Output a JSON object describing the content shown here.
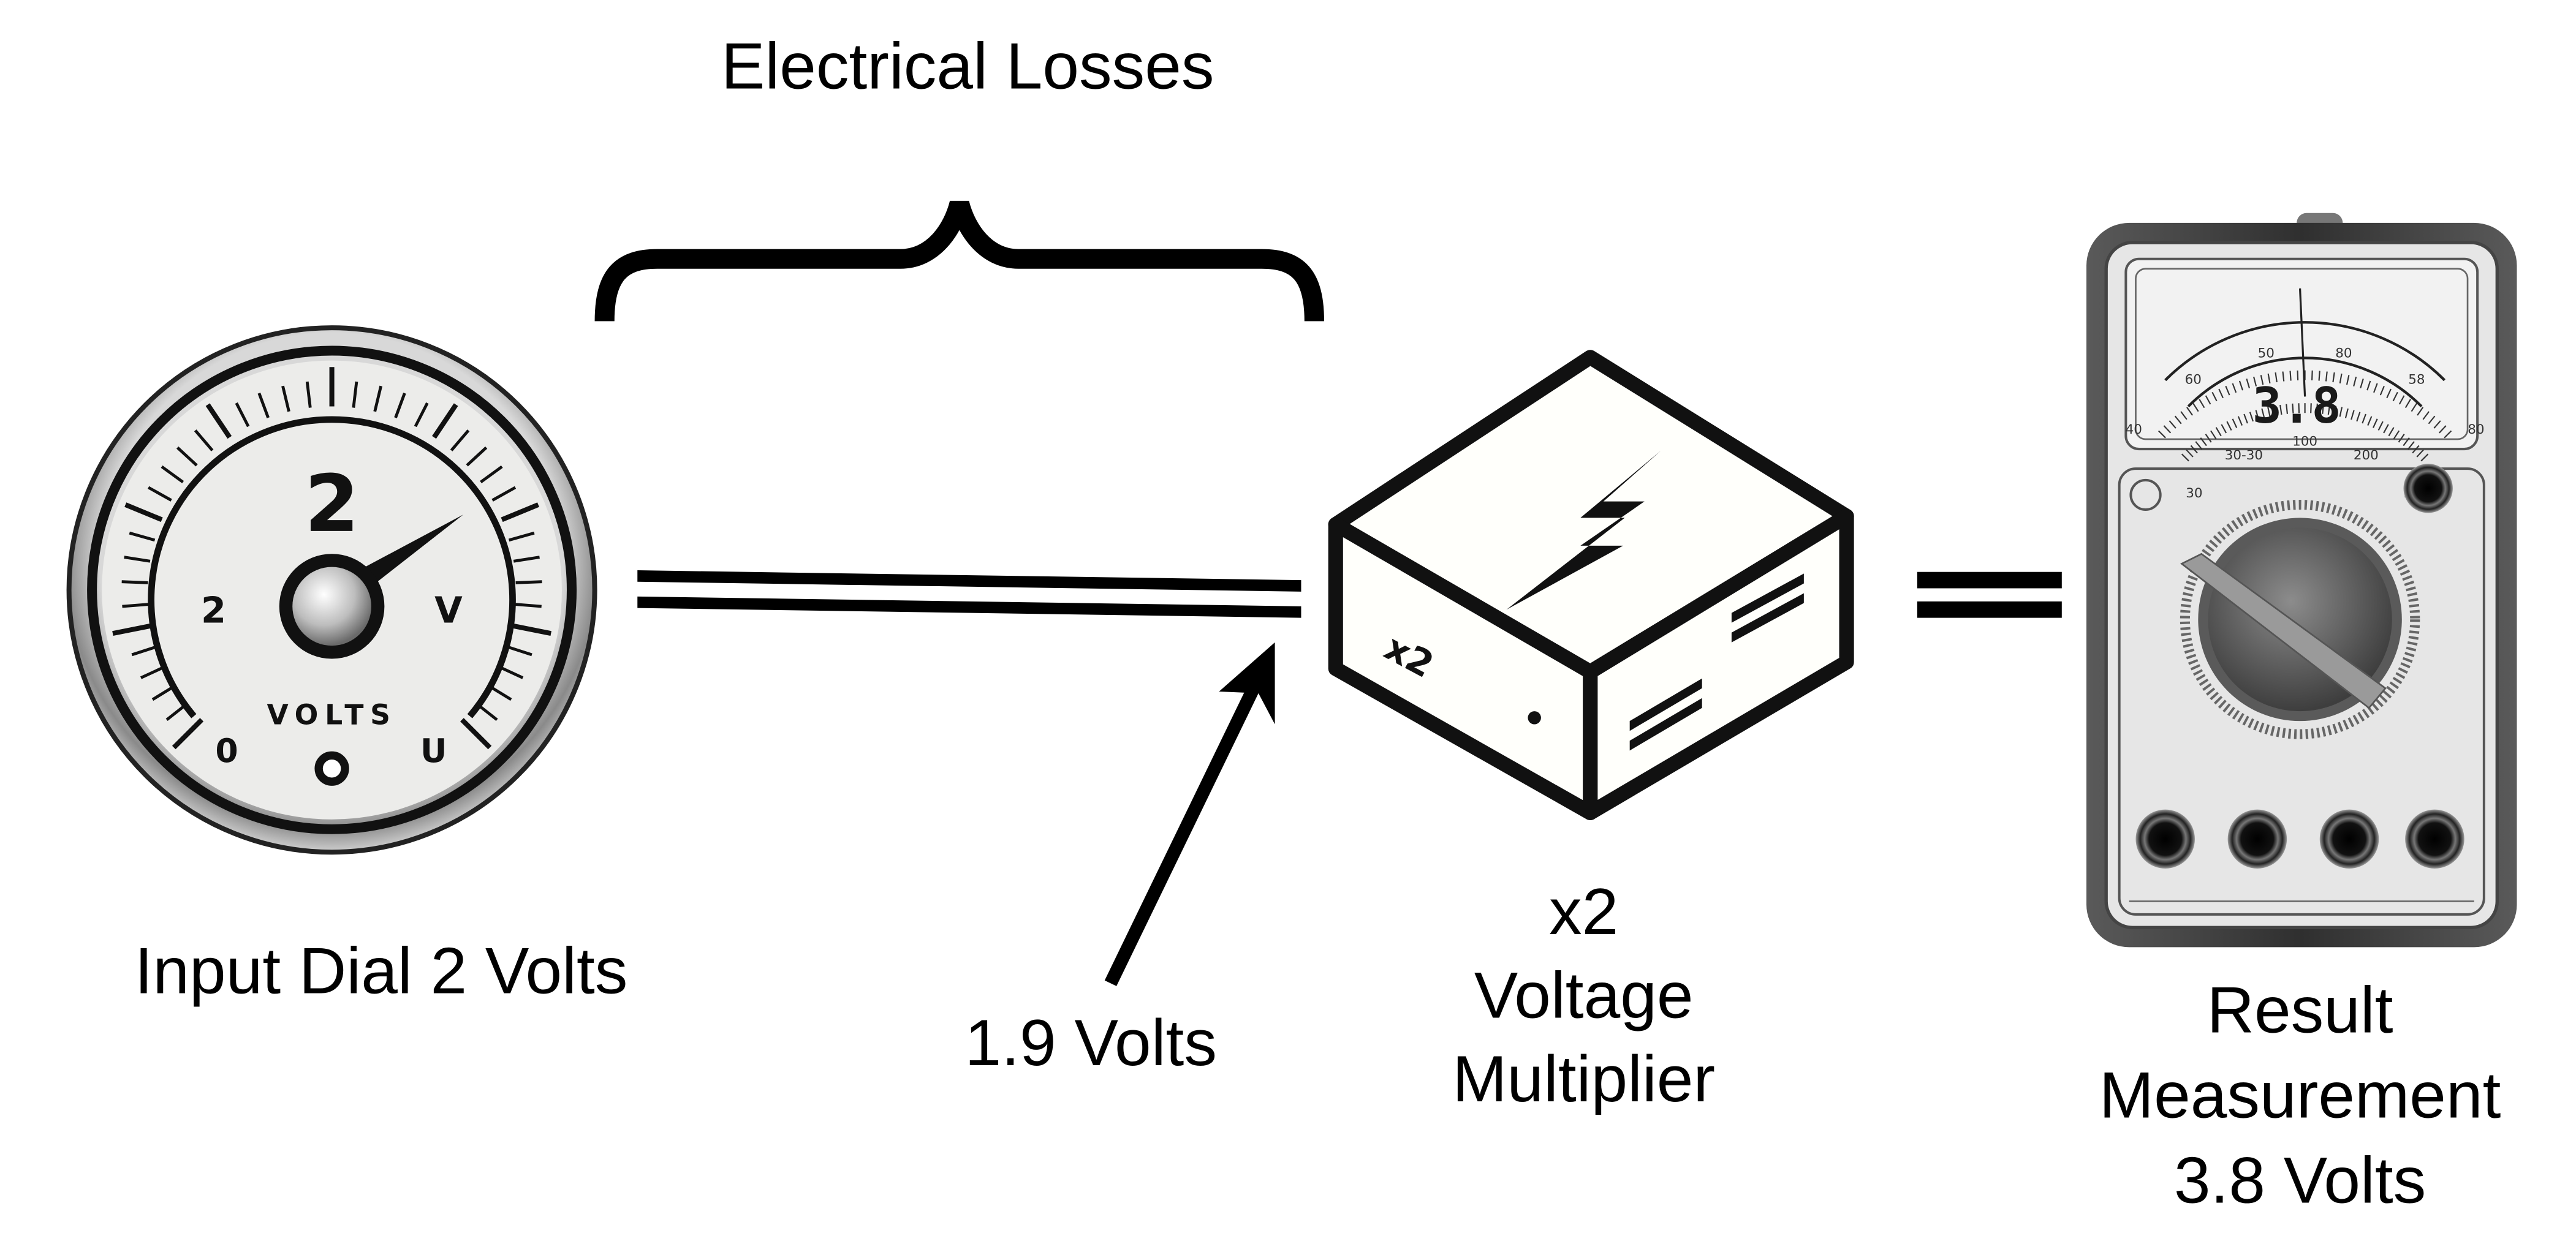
{
  "diagram": {
    "title": "Electrical Losses",
    "input": {
      "caption": "Input Dial 2 Volts",
      "dial": {
        "big_number": "2",
        "left_label": "2",
        "right_label": "V",
        "unit_text": "VOLTS",
        "bottom_left": "0",
        "bottom_right": "U"
      }
    },
    "loss": {
      "caption": "1.9 Volts",
      "value_volts": 1.9
    },
    "multiplier": {
      "box_label": "x2",
      "caption_line1": "x2",
      "caption_line2": "Voltage",
      "caption_line3": "Multiplier",
      "factor": 2
    },
    "result": {
      "caption_line1": "Result",
      "caption_line2": "Measurement",
      "caption_line3": "3.8 Volts",
      "display_reading": "3.8",
      "value_volts": 3.8,
      "scale_top": [
        "40",
        "60",
        "50",
        "80",
        "58",
        "80"
      ],
      "scale_bottom": [
        "30",
        "30-30",
        "100",
        "200",
        "100"
      ]
    },
    "colors": {
      "ink": "#000000",
      "background": "#ffffff",
      "dial_face": "#ececea",
      "meter_body": "#3a3a3a",
      "meter_panel": "#e6e6e6",
      "box_face": "#fffffb"
    }
  }
}
